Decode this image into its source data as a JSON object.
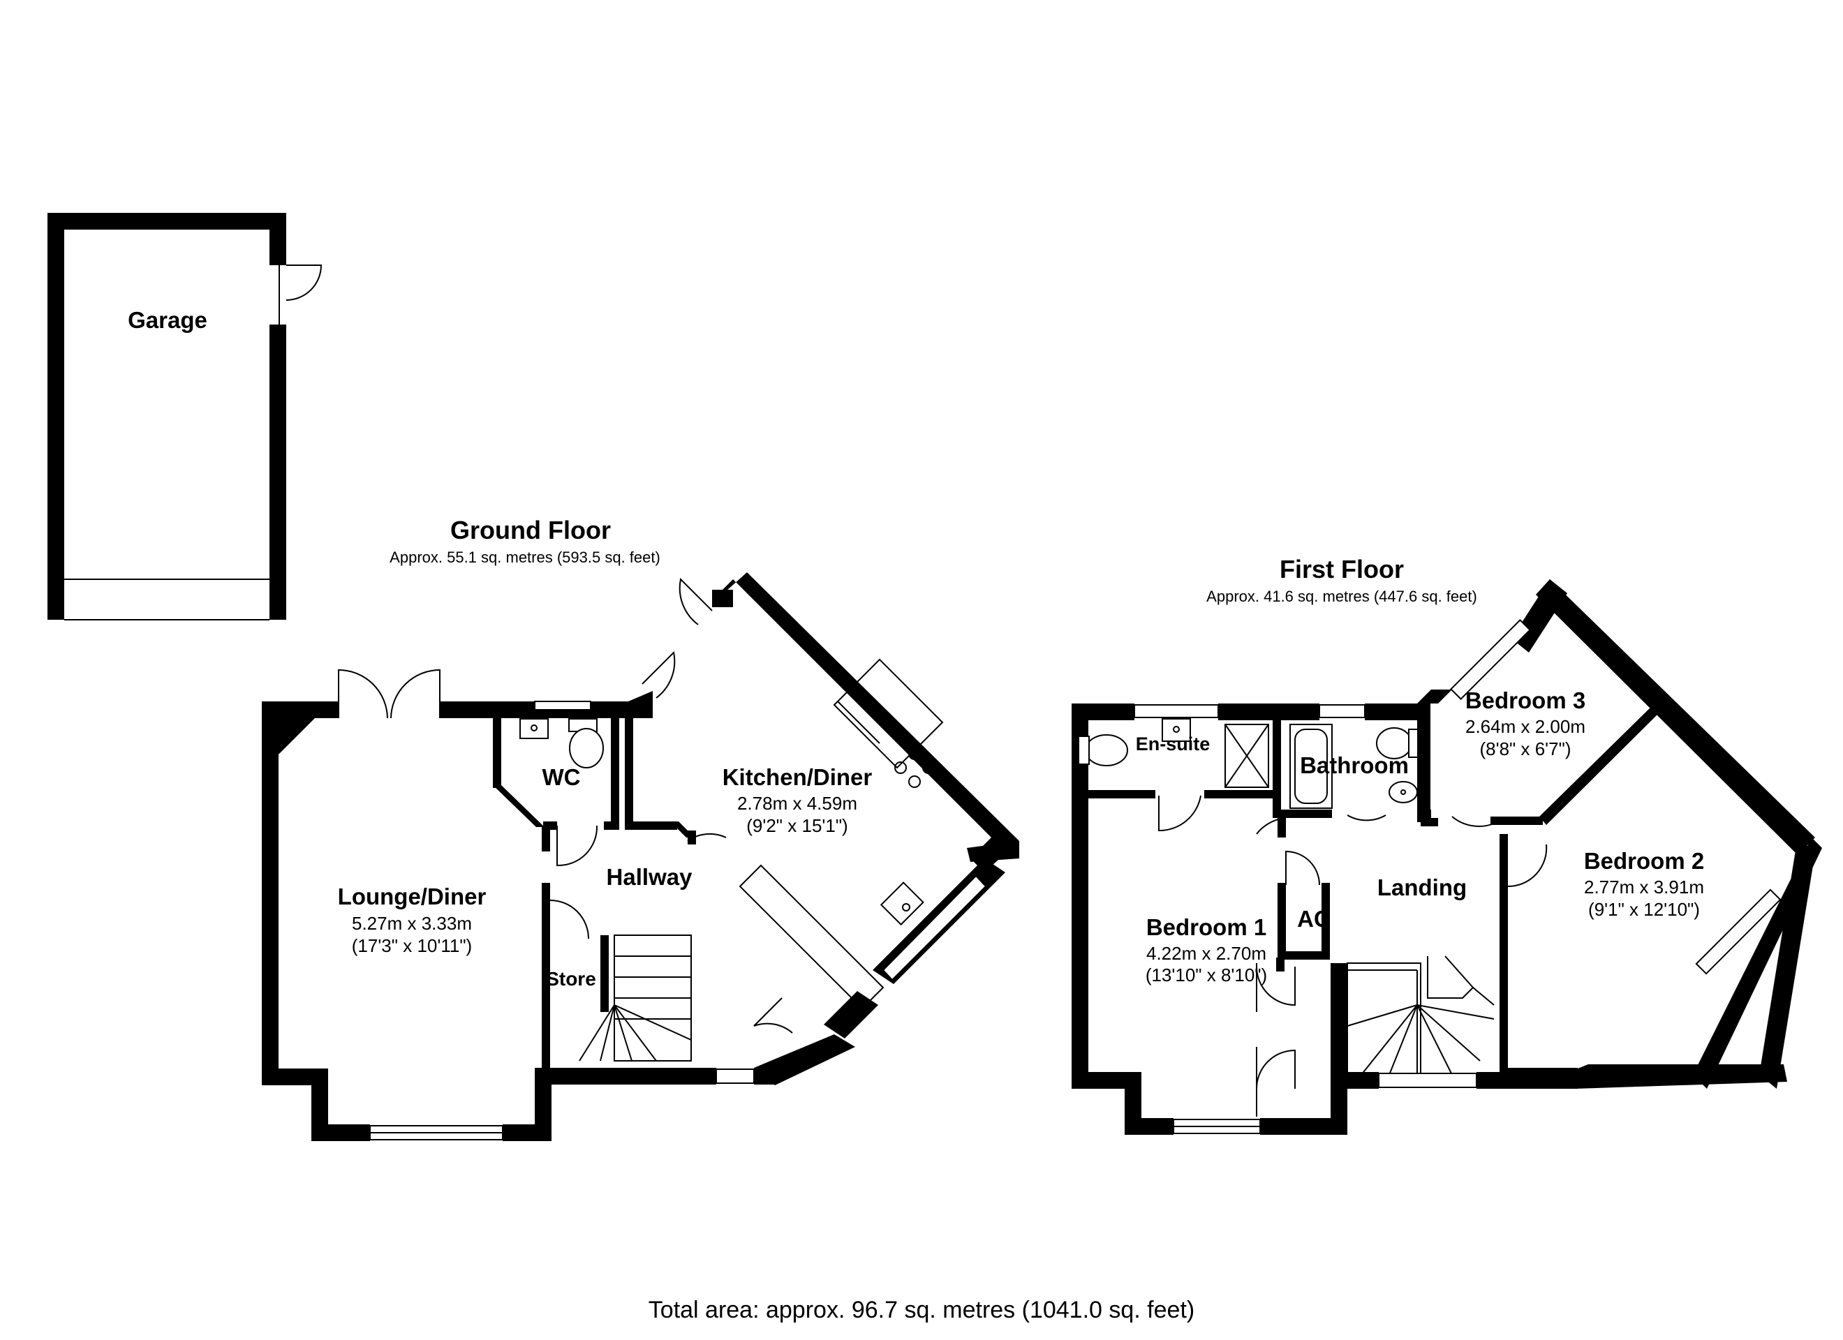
{
  "ground_floor": {
    "title": "Ground Floor",
    "area": "Approx. 55.1 sq. metres (593.5 sq. feet)",
    "rooms": {
      "garage": {
        "name": "Garage"
      },
      "wc": {
        "name": "WC"
      },
      "lounge": {
        "name": "Lounge/Diner",
        "metric": "5.27m x 3.33m",
        "imperial": "(17'3\" x 10'11\")"
      },
      "hallway": {
        "name": "Hallway"
      },
      "store": {
        "name": "Store"
      },
      "kitchen": {
        "name": "Kitchen/Diner",
        "metric": "2.78m x 4.59m",
        "imperial": "(9'2\" x 15'1\")"
      }
    }
  },
  "first_floor": {
    "title": "First Floor",
    "area": "Approx. 41.6 sq. metres (447.6 sq. feet)",
    "rooms": {
      "ensuite": {
        "name": "En-suite"
      },
      "bathroom": {
        "name": "Bathroom"
      },
      "bedroom3": {
        "name": "Bedroom 3",
        "metric": "2.64m x 2.00m",
        "imperial": "(8'8\" x 6'7\")"
      },
      "bedroom2": {
        "name": "Bedroom 2",
        "metric": "2.77m x 3.91m",
        "imperial": "(9'1\" x 12'10\")"
      },
      "landing": {
        "name": "Landing"
      },
      "ac": {
        "name": "AC"
      },
      "bedroom1": {
        "name": "Bedroom 1",
        "metric": "4.22m x 2.70m",
        "imperial": "(13'10\" x 8'10\")"
      }
    }
  },
  "total_area": "Total area: approx. 96.7 sq. metres (1041.0 sq. feet)"
}
